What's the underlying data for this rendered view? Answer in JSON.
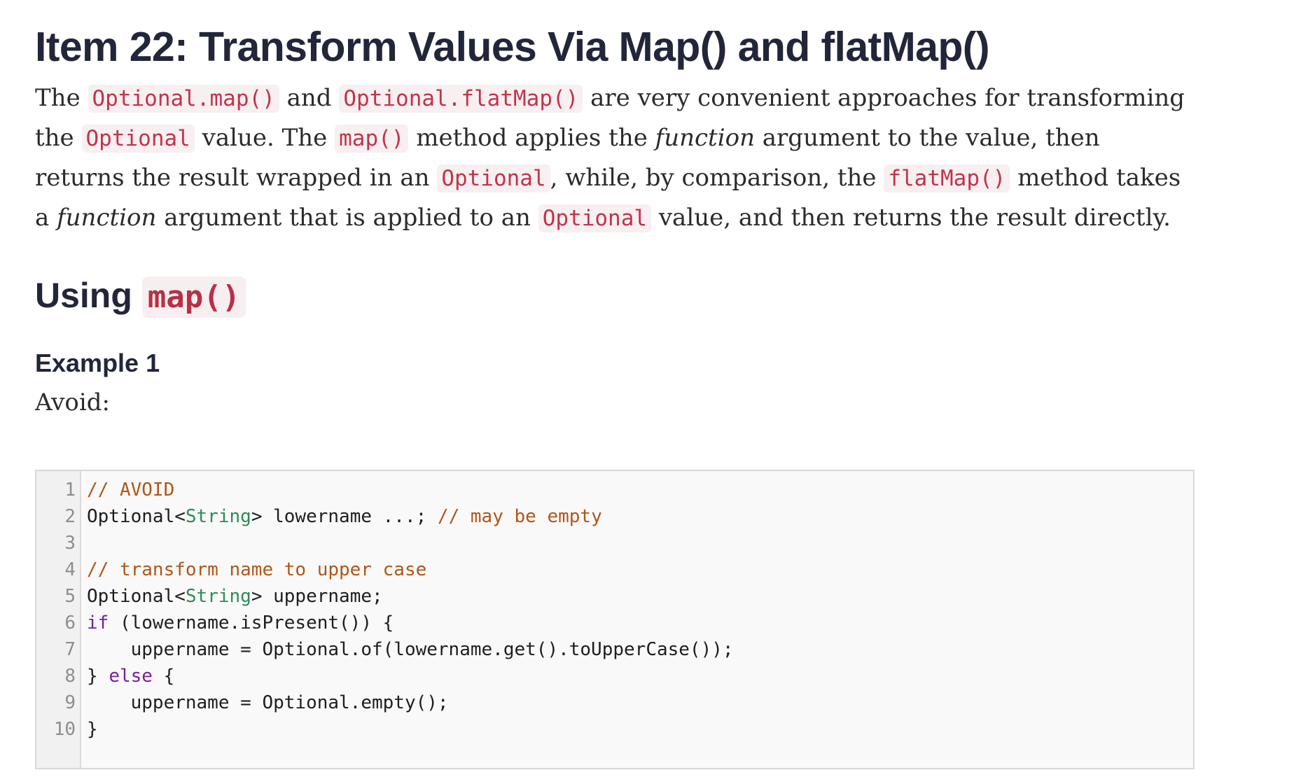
{
  "title": "Item 22: Transform Values Via Map() and flatMap()",
  "intro": {
    "t1": "The ",
    "c1": "Optional.map()",
    "t2": " and ",
    "c2": "Optional.flatMap()",
    "t3": " are very convenient approaches for transforming the ",
    "c3": "Optional",
    "t4": " value. The ",
    "c4": "map()",
    "t5": " method applies the ",
    "em1": "function",
    "t6": " argument to the value, then returns the result wrapped in an ",
    "c5": "Optional",
    "t7": ", while, by comparison, the ",
    "c6": "flatMap()",
    "t8": " method takes a ",
    "em2": "function",
    "t9": " argument that is applied to an ",
    "c7": "Optional",
    "t10": " value, and then returns the result directly."
  },
  "section": {
    "prefix": "Using ",
    "code": "map()"
  },
  "example_title": "Example 1",
  "avoid_label": "Avoid:",
  "code_block": {
    "lines": [
      {
        "num": "1",
        "tokens": [
          {
            "t": "// AVOID",
            "k": "comment"
          }
        ]
      },
      {
        "num": "2",
        "tokens": [
          {
            "t": "Optional<",
            "k": "plain"
          },
          {
            "t": "String",
            "k": "type"
          },
          {
            "t": "> lowername ...; ",
            "k": "plain"
          },
          {
            "t": "// may be empty",
            "k": "comment"
          }
        ]
      },
      {
        "num": "3",
        "tokens": []
      },
      {
        "num": "4",
        "tokens": [
          {
            "t": "// transform name to upper case",
            "k": "comment"
          }
        ]
      },
      {
        "num": "5",
        "tokens": [
          {
            "t": "Optional<",
            "k": "plain"
          },
          {
            "t": "String",
            "k": "type"
          },
          {
            "t": "> uppername;",
            "k": "plain"
          }
        ]
      },
      {
        "num": "6",
        "tokens": [
          {
            "t": "if",
            "k": "keyword"
          },
          {
            "t": " (lowername.isPresent()) {",
            "k": "plain"
          }
        ]
      },
      {
        "num": "7",
        "tokens": [
          {
            "t": "    uppername = Optional.of(lowername.get().toUpperCase());",
            "k": "plain"
          }
        ]
      },
      {
        "num": "8",
        "tokens": [
          {
            "t": "} ",
            "k": "plain"
          },
          {
            "t": "else",
            "k": "keyword"
          },
          {
            "t": " {",
            "k": "plain"
          }
        ]
      },
      {
        "num": "9",
        "tokens": [
          {
            "t": "    uppername = Optional.empty();",
            "k": "plain"
          }
        ]
      },
      {
        "num": "10",
        "tokens": [
          {
            "t": "}",
            "k": "plain"
          }
        ]
      }
    ]
  }
}
